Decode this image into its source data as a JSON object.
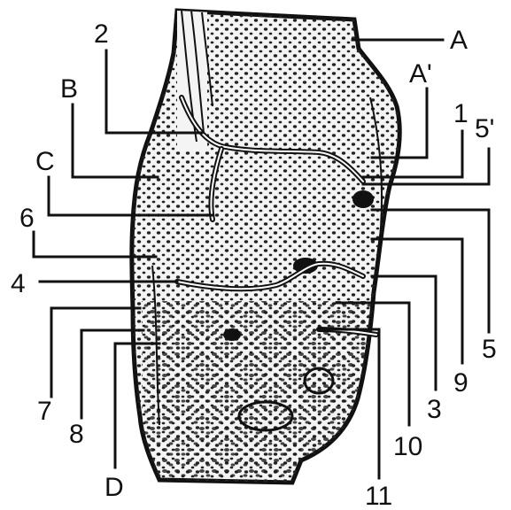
{
  "figure": {
    "labels": {
      "A": "A",
      "A_prime": "A'",
      "B": "B",
      "C": "C",
      "D": "D",
      "n1": "1",
      "n2": "2",
      "n3": "3",
      "n4": "4",
      "n5": "5",
      "n5_prime": "5'",
      "n6": "6",
      "n7": "7",
      "n8": "8",
      "n9": "9",
      "n10": "10",
      "n11": "11"
    },
    "colors": {
      "ink": "#111111",
      "paper": "#ffffff"
    }
  }
}
